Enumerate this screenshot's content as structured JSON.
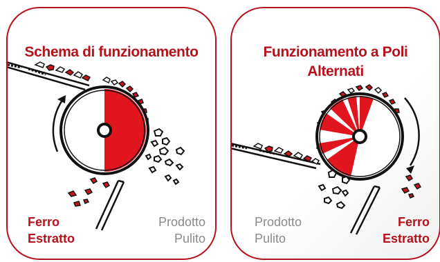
{
  "left_panel": {
    "title": "Schema di funzionamento",
    "label_iron": [
      "Ferro",
      "Estratto"
    ],
    "label_product": [
      "Prodotto",
      "Pulito"
    ]
  },
  "right_panel": {
    "title": [
      "Funzionamento a Poli",
      "Alternati"
    ],
    "label_product": [
      "Prodotto",
      "Pulito"
    ],
    "label_iron": [
      "Ferro",
      "Estratto"
    ]
  },
  "colors": {
    "accent": "#b5121b",
    "iron": "#c8161d",
    "grey_text": "#8a8a8a",
    "outline": "#111111"
  }
}
